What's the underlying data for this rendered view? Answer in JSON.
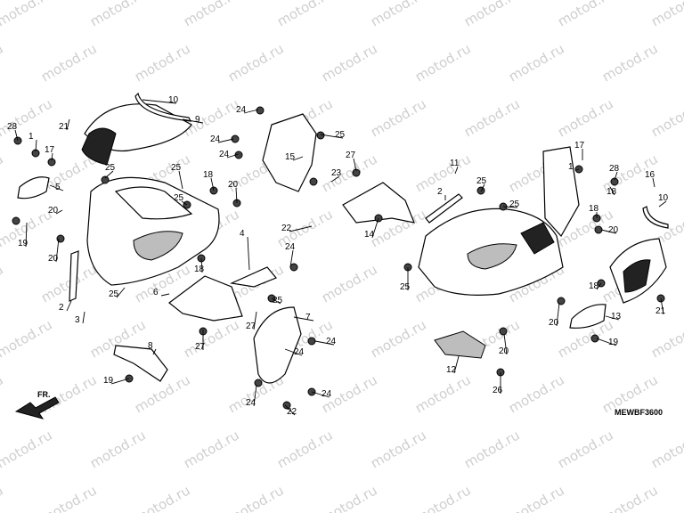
{
  "diagram": {
    "code": "MEWBF3600",
    "front_label": "FR.",
    "watermark": "motod.ru",
    "callouts": [
      "1",
      "2",
      "3",
      "4",
      "5",
      "6",
      "7",
      "8",
      "9",
      "10",
      "11",
      "12",
      "13",
      "14",
      "15",
      "16",
      "17",
      "18",
      "19",
      "20",
      "21",
      "22",
      "23",
      "24",
      "25",
      "26",
      "27",
      "28"
    ]
  }
}
